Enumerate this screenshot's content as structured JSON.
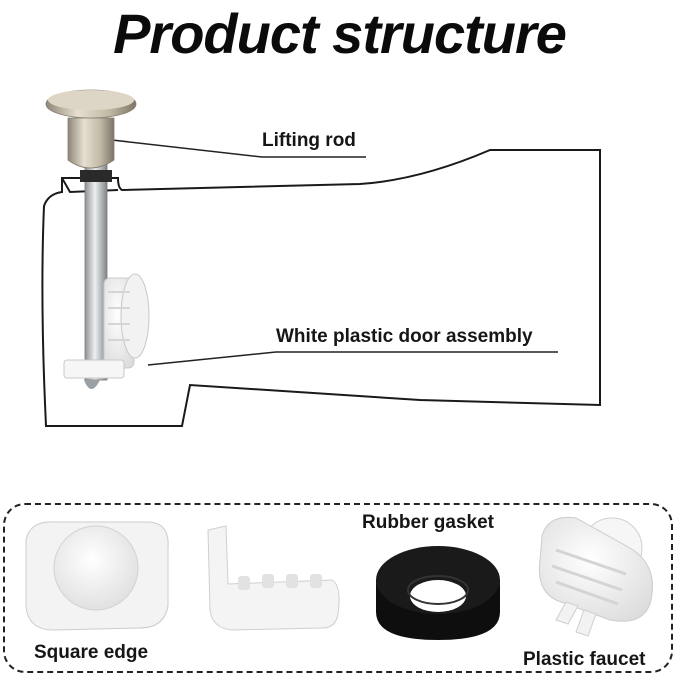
{
  "title": "Product structure",
  "labels": {
    "lifting_rod": "Lifting rod",
    "door_assembly": "White plastic door assembly",
    "rubber_gasket": "Rubber gasket",
    "square_edge": "Square edge",
    "plastic_faucet": "Plastic faucet"
  },
  "icons": {
    "lifting_rod": "lifting-rod-icon",
    "door_assembly": "door-assembly-icon",
    "square_edge": "square-edge-part-icon",
    "bracket": "plastic-bracket-part-icon",
    "rubber_gasket": "rubber-gasket-icon",
    "plastic_faucet": "plastic-faucet-icon"
  },
  "colors": {
    "gasket": "#141414",
    "knob": "#cfc6b4",
    "rod": "#bfc3c6",
    "plastic": "#f4f4f4",
    "outline": "#1a1a1a"
  }
}
